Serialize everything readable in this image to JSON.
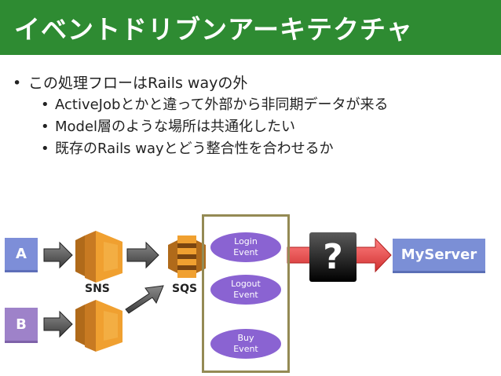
{
  "slide": {
    "title": "イベントドリブンアーキテクチャ"
  },
  "bullets": [
    {
      "text": "この処理フローはRails wayの外",
      "level": 1
    },
    {
      "text": "ActiveJobとかと違って外部から非同期データが来る",
      "level": 2
    },
    {
      "text": "Model層のような場所は共通化したい",
      "level": 2
    },
    {
      "text": "既存のRails wayとどう整合性を合わせるか",
      "level": 2
    }
  ],
  "diagram": {
    "source_a": "A",
    "source_b": "B",
    "sns_label": "SNS",
    "sqs_label": "SQS",
    "events": [
      "Login\nEvent",
      "Logout\nEvent",
      "Buy\nEvent"
    ],
    "unknown": "?",
    "target": "MyServer"
  },
  "colors": {
    "title_bg": "#2e8b32",
    "box_a": "#7d8ed8",
    "box_b": "#9e82c9",
    "event": "#8a63d2",
    "aws_orange": "#f0a030",
    "red_arrow": "#e04848"
  }
}
